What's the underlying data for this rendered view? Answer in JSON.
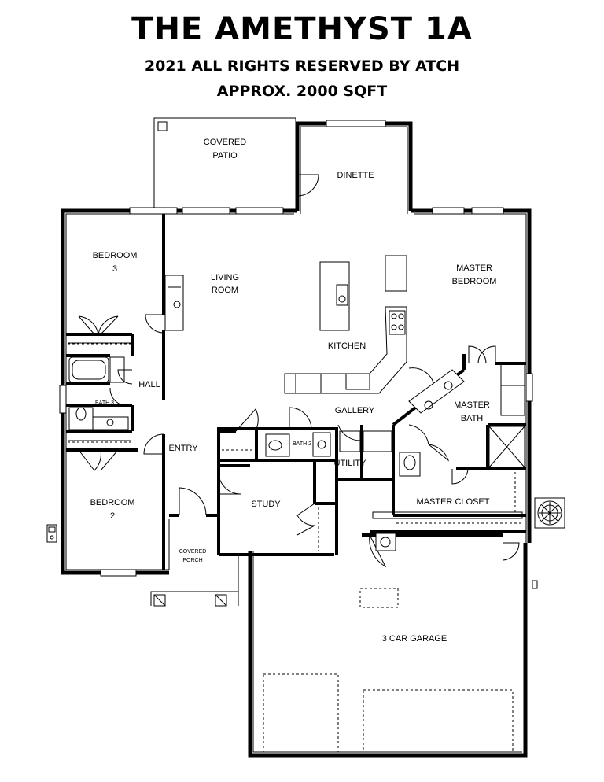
{
  "header": {
    "title": "THE AMETHYST 1A",
    "copyright": "2021 ALL RIGHTS RESERVED BY ATCH",
    "area": "APPROX. 2000 SQFT"
  },
  "rooms": {
    "covered_patio_l1": "COVERED",
    "covered_patio_l2": "PATIO",
    "dinette": "DINETTE",
    "bedroom3_l1": "BEDROOM",
    "bedroom3_l2": "3",
    "living_l1": "LIVING",
    "living_l2": "ROOM",
    "master_bedroom_l1": "MASTER",
    "master_bedroom_l2": "BEDROOM",
    "kitchen": "KITCHEN",
    "hall": "HALL",
    "gallery": "GALLERY",
    "master_bath_l1": "MASTER",
    "master_bath_l2": "BATH",
    "bath3": "BATH 3",
    "bath2": "BATH 2",
    "entry": "ENTRY",
    "utility": "UTILITY",
    "bedroom2_l1": "BEDROOM",
    "bedroom2_l2": "2",
    "study": "STUDY",
    "master_closet": "MASTER CLOSET",
    "covered_porch_l1": "COVERED",
    "covered_porch_l2": "PORCH",
    "garage": "3 CAR GARAGE"
  }
}
